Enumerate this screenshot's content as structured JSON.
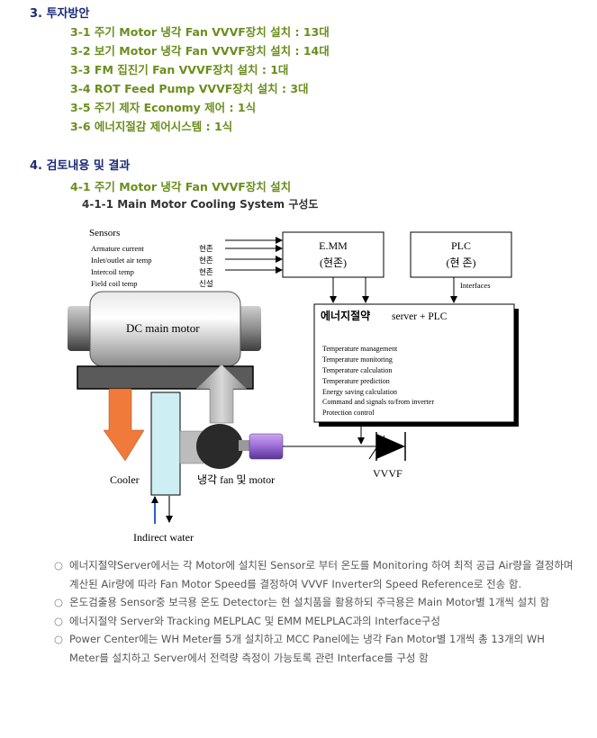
{
  "section3": {
    "title": "3. 투자방안",
    "items": [
      "3-1 주기 Motor 냉각 Fan VVVF장치 설치 : 13대",
      "3-2 보기 Motor 냉각 Fan VVVF장치 설치 : 14대",
      "3-3 FM 집진기 Fan VVVF장치 설치 : 1대",
      "3-4 ROT Feed Pump VVVF장치 설치 : 3대",
      "3-5 주기 제자 Economy 제어 : 1식",
      "3-6 에너지절감 제어시스템 : 1식"
    ]
  },
  "section4": {
    "title": "4. 검토내용 및 결과",
    "item": "4-1 주기 Motor 냉각 Fan VVVF장치 설치",
    "subtitle": "4-1-1 Main Motor Cooling System 구성도"
  },
  "diagram": {
    "sensors_title": "Sensors",
    "sensors": [
      {
        "name": "Armature current",
        "status": "현존"
      },
      {
        "name": "Inlet/outlet air temp",
        "status": "현존"
      },
      {
        "name": "Intercoil temp",
        "status": "현존"
      },
      {
        "name": "Field coil temp",
        "status": "신설"
      }
    ],
    "emm_line1": "E.MM",
    "emm_line2": "(현존)",
    "plc_line1": "PLC",
    "plc_line2": "(현 존)",
    "interfaces_label": "Interfaces",
    "server_title_ko": "에너지절약",
    "server_title_en": "server + PLC",
    "server_functions": [
      "Temperature management",
      "Temperature monitoring",
      "Temperature calculation",
      "Temperature prediction",
      "Energy saving calculation",
      "Command and signals to/from inverter",
      "Protection control"
    ],
    "motor_label": "DC main motor",
    "cooler_label": "Cooler",
    "fan_label": "냉각 fan 및 motor",
    "vvvf_label": "VVVF",
    "water_label": "Indirect water",
    "colors": {
      "orange": "#f07a3a",
      "water_blue": "#cdeef2",
      "fan_purple": "#9b6bd6",
      "table_gray": "#5a5a5a"
    }
  },
  "notes": [
    "에너지절약Server에서는 각 Motor에 설치된 Sensor로 부터 온도를 Monitoring 하여 최적 공급 Air량을 결정하며 계산된 Air량에 따라 Fan Motor Speed를 결정하여 VVVF Inverter의 Speed Reference로 전송 함.",
    "온도검출용 Sensor중 보극용 온도 Detector는 현 설치품을 활용하되 주극용은 Main Motor별 1개씩 설치 함",
    "에너지절약 Server와 Tracking MELPLAC 및 EMM MELPLAC과의 Interface구성",
    "Power Center에는 WH Meter를 5개 설치하고 MCC Panel에는 냉각 Fan Motor별 1개씩 총 13개의 WH Meter를 설치하고 Server에서 전력량 측정이 가능토록 관련 Interface를 구성 함"
  ]
}
